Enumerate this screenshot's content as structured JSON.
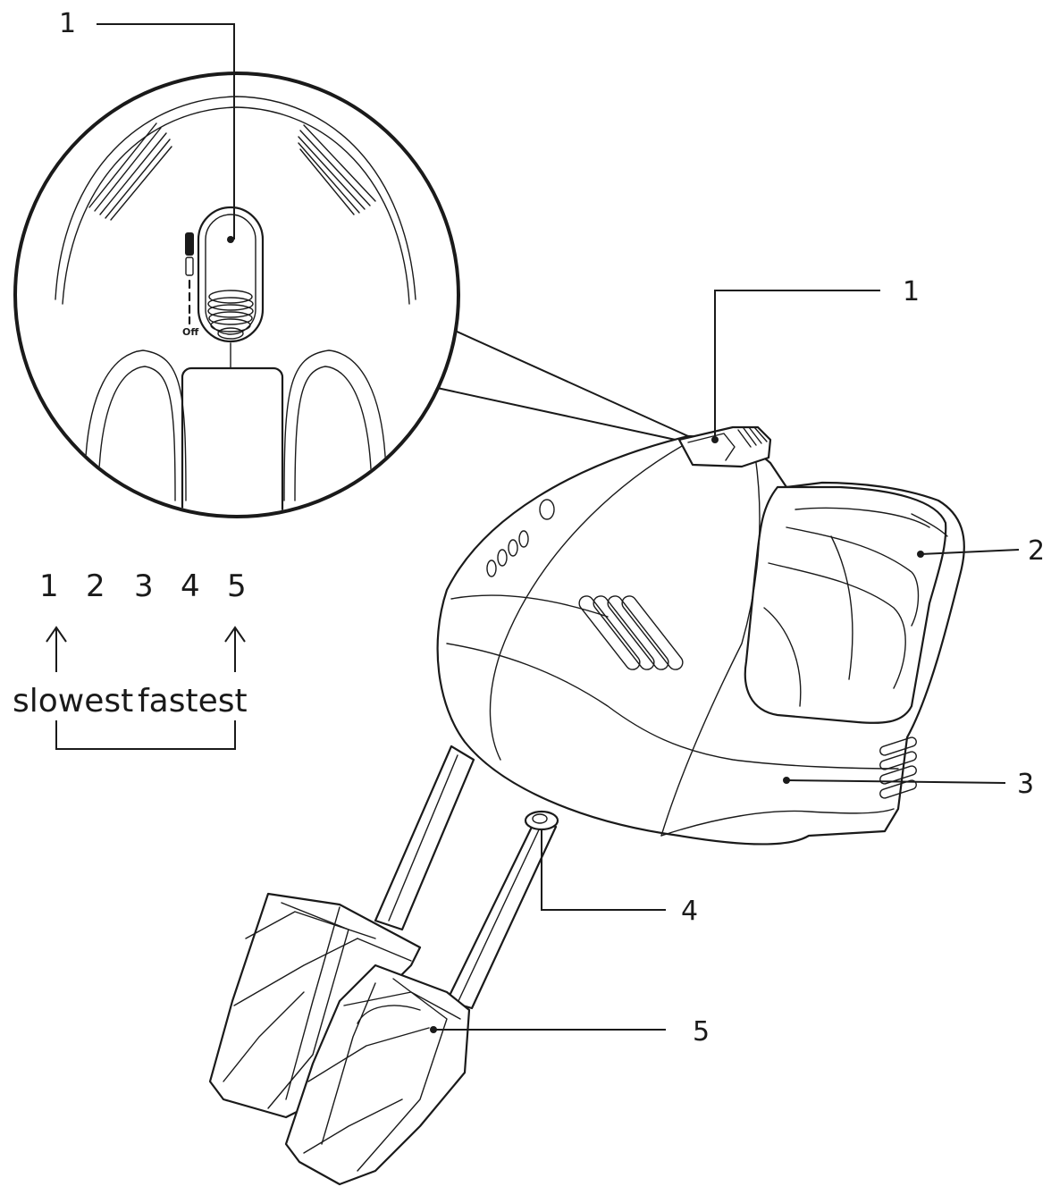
{
  "callouts": {
    "zoom_label": "1",
    "switch": "1",
    "handle": "2",
    "body": "3",
    "eject_button": "4",
    "beaters": "5"
  },
  "switch_marking": {
    "off": "Off"
  },
  "speed_scale": {
    "numbers": [
      "1",
      "2",
      "3",
      "4",
      "5"
    ],
    "slowest": "slowest",
    "fastest": "fastest"
  }
}
